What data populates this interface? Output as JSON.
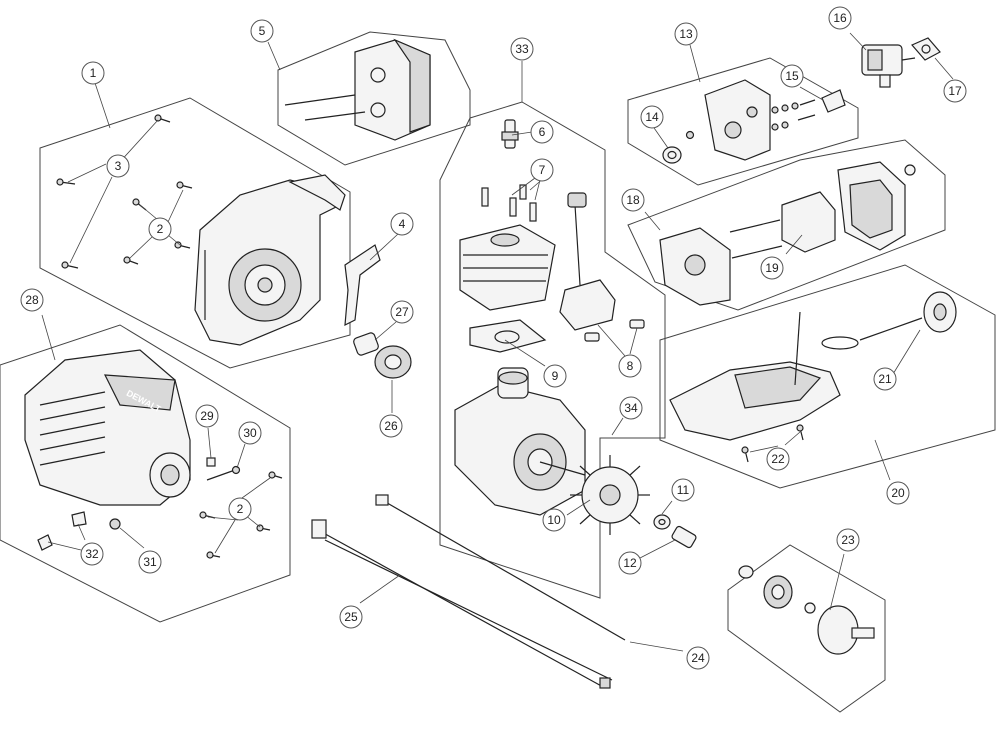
{
  "brand_text": "DEWALT",
  "callouts": {
    "c1": "1",
    "c2a": "2",
    "c2b": "2",
    "c3": "3",
    "c4": "4",
    "c5": "5",
    "c6": "6",
    "c7": "7",
    "c8": "8",
    "c9": "9",
    "c10": "10",
    "c11": "11",
    "c12": "12",
    "c13": "13",
    "c14": "14",
    "c15": "15",
    "c16": "16",
    "c17": "17",
    "c18": "18",
    "c19": "19",
    "c20": "20",
    "c21": "21",
    "c22": "22",
    "c23": "23",
    "c24": "24",
    "c25": "25",
    "c26": "26",
    "c27": "27",
    "c28": "28",
    "c29": "29",
    "c30": "30",
    "c31": "31",
    "c32": "32",
    "c33": "33",
    "c34": "34"
  }
}
